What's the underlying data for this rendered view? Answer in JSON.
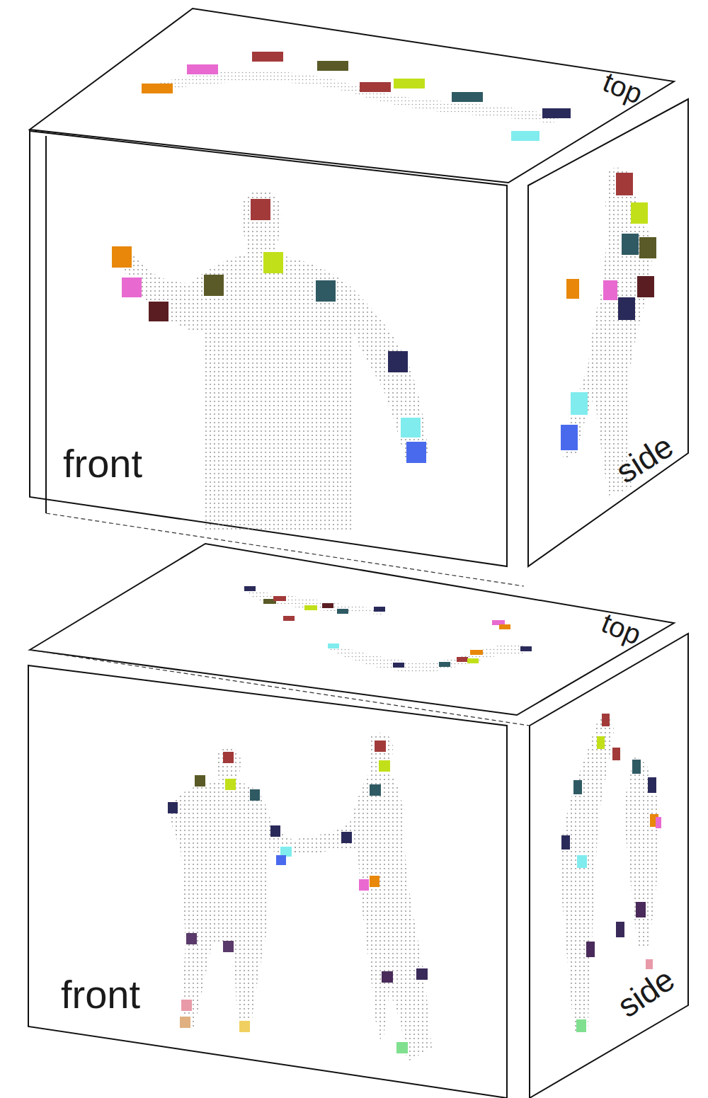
{
  "diagram": {
    "labels": [
      "top",
      "front",
      "side",
      "top",
      "front",
      "side"
    ]
  }
}
